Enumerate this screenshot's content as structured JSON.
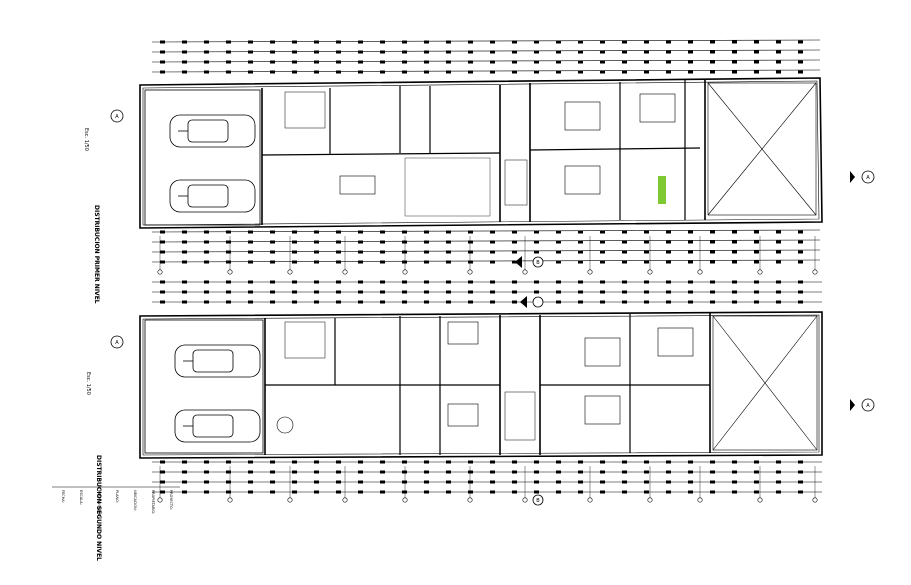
{
  "plan_top": {
    "title": "DISTRIBUCION PRIMER NIVEL",
    "scale": "Esc. 1/50",
    "axis_letter": "A",
    "axis_circle_right": "A",
    "axis_circle_bottom": "B"
  },
  "plan_bottom": {
    "title": "DISTRIBUCION SEGUNDO NIVEL",
    "scale": "Esc. 1/50",
    "axis_letter": "A",
    "axis_circle_right": "A",
    "axis_circle_bottom": "B"
  },
  "title_block": {
    "rows": [
      "PROYECTO:",
      "PROPIETARIO:",
      "UBICACION:",
      "PLANO:",
      "RESPONSABLE:",
      "ESCALA:",
      "FECHA:"
    ]
  },
  "colors": {
    "line": "#000000",
    "accent_green": "#7ec832",
    "background": "#ffffff"
  }
}
